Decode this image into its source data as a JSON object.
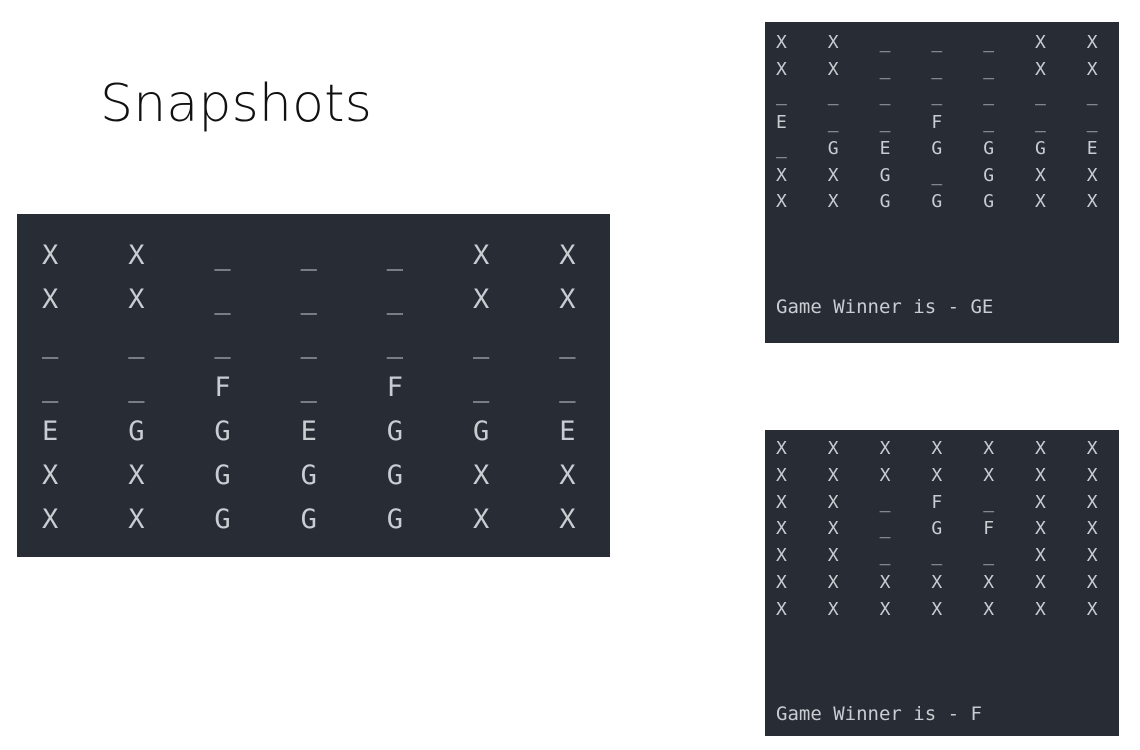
{
  "title": "Snapshots",
  "snapshots": [
    {
      "rows": [
        [
          "X",
          "X",
          "_",
          "_",
          "_",
          "X",
          "X"
        ],
        [
          "X",
          "X",
          "_",
          "_",
          "_",
          "X",
          "X"
        ],
        [
          "_",
          "_",
          "_",
          "_",
          "_",
          "_",
          "_"
        ],
        [
          "_",
          "_",
          "F",
          "_",
          "F",
          "_",
          "_"
        ],
        [
          "E",
          "G",
          "G",
          "E",
          "G",
          "G",
          "E"
        ],
        [
          "X",
          "X",
          "G",
          "G",
          "G",
          "X",
          "X"
        ],
        [
          "X",
          "X",
          "G",
          "G",
          "G",
          "X",
          "X"
        ]
      ]
    },
    {
      "rows": [
        [
          "X",
          "X",
          "_",
          "_",
          "_",
          "X",
          "X"
        ],
        [
          "X",
          "X",
          "_",
          "_",
          "_",
          "X",
          "X"
        ],
        [
          "_",
          "_",
          "_",
          "_",
          "_",
          "_",
          "_"
        ],
        [
          "E",
          "_",
          "_",
          "F",
          "_",
          "_",
          "_"
        ],
        [
          "_",
          "G",
          "E",
          "G",
          "G",
          "G",
          "E"
        ],
        [
          "X",
          "X",
          "G",
          "_",
          "G",
          "X",
          "X"
        ],
        [
          "X",
          "X",
          "G",
          "G",
          "G",
          "X",
          "X"
        ]
      ],
      "status": "Game Winner is - GE"
    },
    {
      "rows": [
        [
          "X",
          "X",
          "X",
          "X",
          "X",
          "X",
          "X"
        ],
        [
          "X",
          "X",
          "X",
          "X",
          "X",
          "X",
          "X"
        ],
        [
          "X",
          "X",
          "_",
          "F",
          "_",
          "X",
          "X"
        ],
        [
          "X",
          "X",
          "_",
          "G",
          "F",
          "X",
          "X"
        ],
        [
          "X",
          "X",
          "_",
          "_",
          "_",
          "X",
          "X"
        ],
        [
          "X",
          "X",
          "X",
          "X",
          "X",
          "X",
          "X"
        ],
        [
          "X",
          "X",
          "X",
          "X",
          "X",
          "X",
          "X"
        ]
      ],
      "status": "Game Winner is - F"
    }
  ]
}
